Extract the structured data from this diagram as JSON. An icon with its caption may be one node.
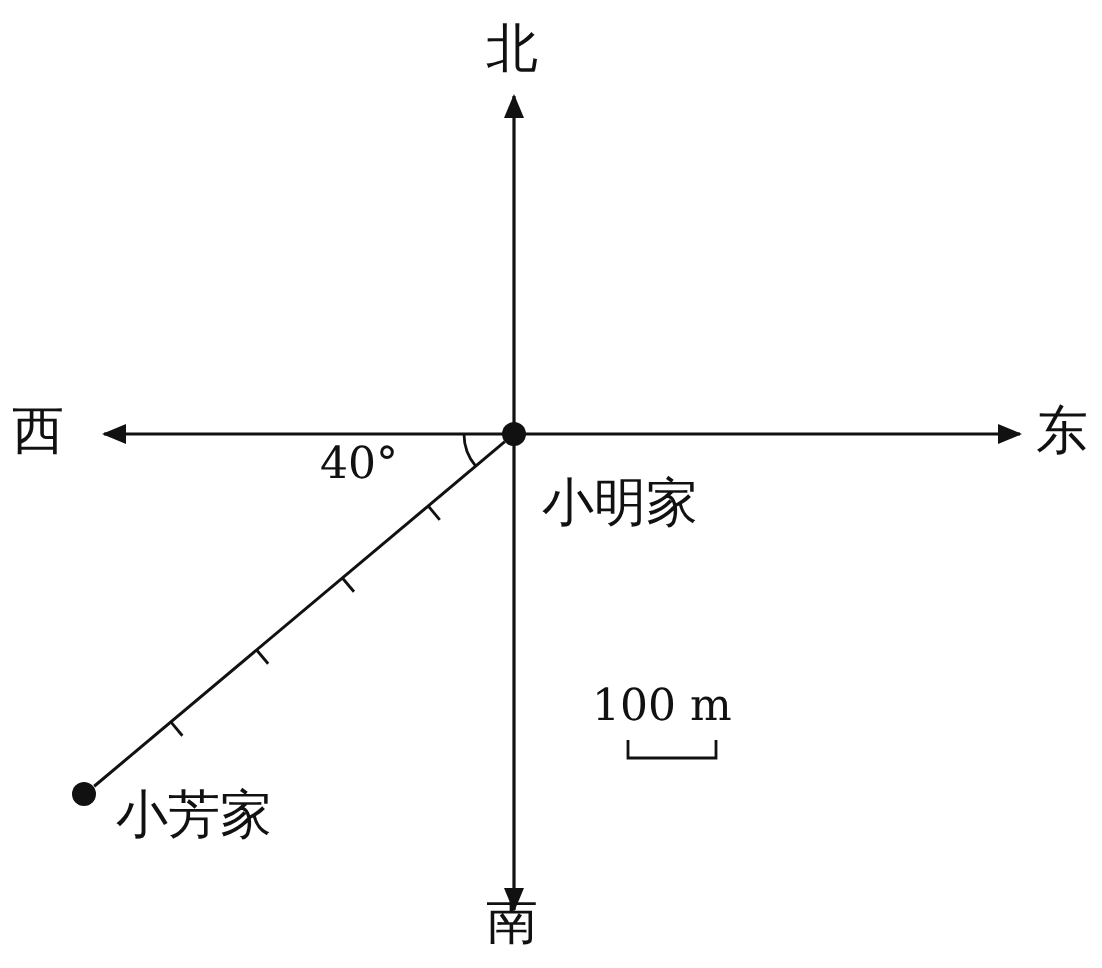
{
  "diagram": {
    "nodes": [
      {
        "text": [
          "小明家"
        ]
      },
      {
        "text": [
          "小芳家"
        ]
      }
    ],
    "edges": [
      {
        "from": 0,
        "to": 1,
        "arrow": "none"
      }
    ],
    "labels": [
      "北",
      "西",
      "40°",
      "东",
      "100 m",
      "南"
    ]
  }
}
